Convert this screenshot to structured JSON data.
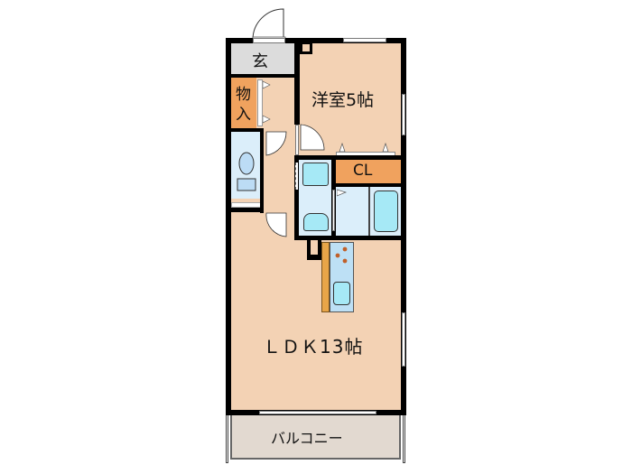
{
  "floorplan": {
    "rooms": {
      "entrance": {
        "label": "玄"
      },
      "storage": {
        "label_top": "物",
        "label_bottom": "入"
      },
      "western_room": {
        "label": "洋室5帖"
      },
      "closet": {
        "label": "CL"
      },
      "ldk": {
        "label": "ＬＤＫ13帖"
      },
      "balcony": {
        "label": "バルコニー"
      }
    },
    "colors": {
      "floor": "#f3d2b4",
      "entrance": "#dcdcdc",
      "storage": "#f0a25e",
      "wet_area": "#dbeefa",
      "fixture": "#a6e9f6",
      "balcony": "#e2d9d0",
      "wall": "#000000"
    }
  }
}
